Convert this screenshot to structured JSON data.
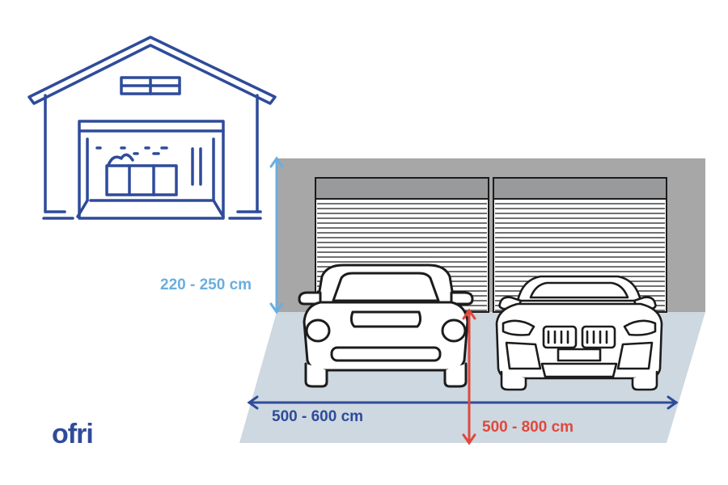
{
  "brand": {
    "logo_text": "ofri"
  },
  "dimensions": {
    "height": "220 - 250 cm",
    "width": "500 - 600 cm",
    "depth": "500 - 800 cm"
  },
  "colors": {
    "navy": "#2f4b9a",
    "light_blue": "#6aaee0",
    "red": "#e0483c",
    "wall_gray": "#a7a7a8",
    "floor": "#cdd8e1",
    "door_gray": "#999a9c",
    "line": "#1c1c1c"
  },
  "icons": [
    "garage-house-icon",
    "sports-car-front-icon",
    "sedan-front-icon"
  ]
}
